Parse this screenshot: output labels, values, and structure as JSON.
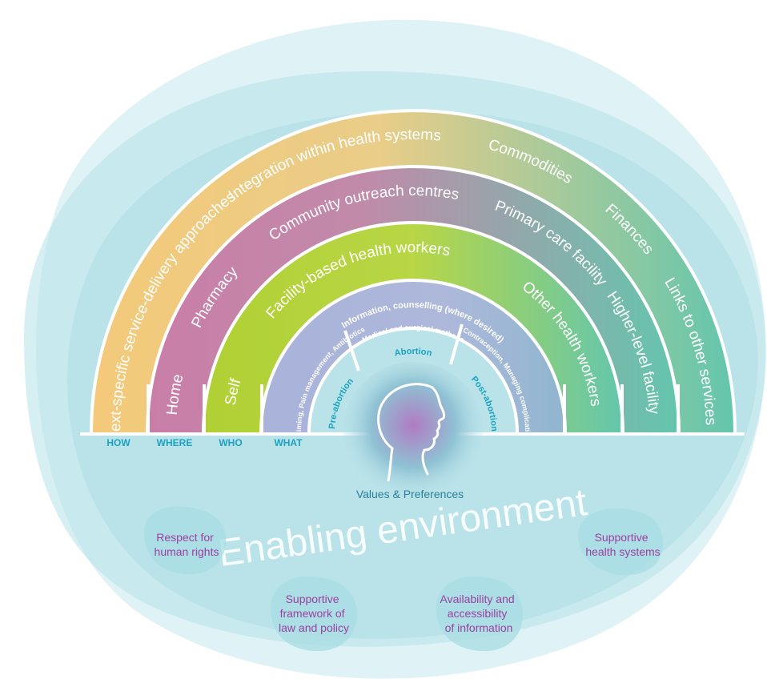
{
  "colors": {
    "how": "#f2c57a",
    "where": "#c97fa8",
    "who": "#b5d13a",
    "what": "#a7b4d9",
    "teal": "#6ec8b3",
    "category_text": "#1aa2c0",
    "pillar_text": "#9c3fa0",
    "background_blob": "#bfe6ea"
  },
  "rings": {
    "how": {
      "category": "HOW",
      "items": [
        "Context-specific service-delivery approaches",
        "Integration within health systems",
        "Commodities",
        "Finances",
        "Links to other services"
      ]
    },
    "where": {
      "category": "WHERE",
      "items": [
        "Home",
        "Pharmacy",
        "Community outreach centres",
        "Primary care facility",
        "Higher-level facility"
      ]
    },
    "who": {
      "category": "WHO",
      "items": [
        "Self",
        "Facility-based health workers",
        "Other health workers"
      ]
    },
    "what": {
      "category": "WHAT",
      "header": "Information, counselling (where desired)",
      "items": [
        "Priming, Pain management, Antibiotics",
        "Medical and surgical methods",
        "Contraception, Managing complications"
      ]
    }
  },
  "phases": [
    "Pre-abortion",
    "Abortion",
    "Post-abortion"
  ],
  "center": {
    "label": "Values & Preferences",
    "icon": "woman-profile-icon"
  },
  "environment": {
    "title": "Enabling environment",
    "pillars": [
      {
        "lines": [
          "Respect for",
          "human rights"
        ]
      },
      {
        "lines": [
          "Supportive",
          "framework of",
          "law and policy"
        ]
      },
      {
        "lines": [
          "Availability and",
          "accessibility",
          "of information"
        ]
      },
      {
        "lines": [
          "Supportive",
          "health systems"
        ]
      }
    ]
  }
}
